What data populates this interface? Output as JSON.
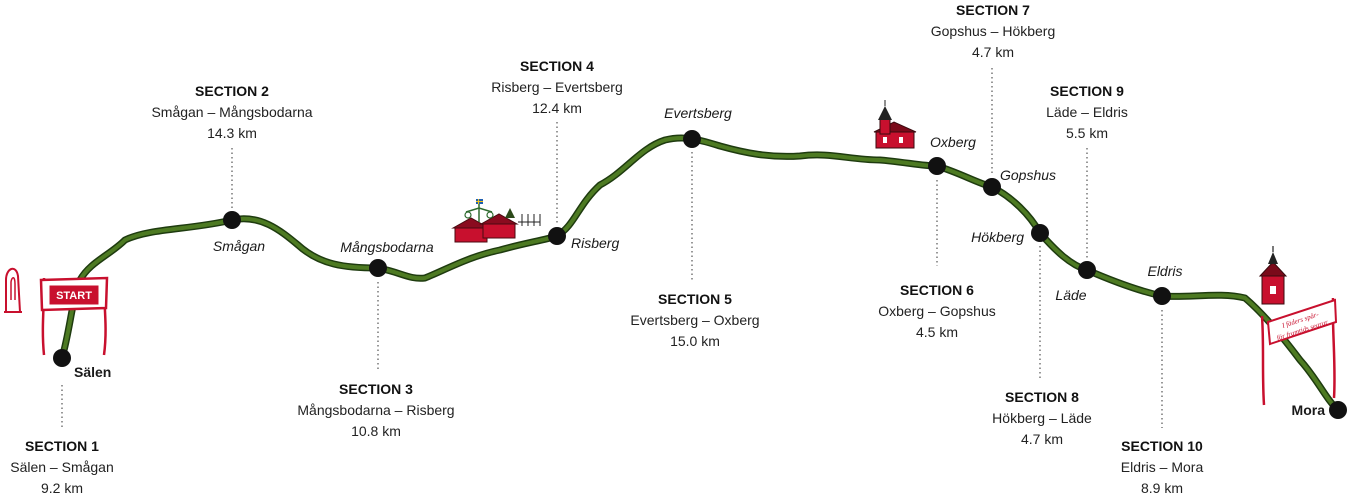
{
  "stops": [
    {
      "id": "salen",
      "name": "Sälen",
      "style": "bold"
    },
    {
      "id": "smagan",
      "name": "Smågan",
      "style": "italic"
    },
    {
      "id": "mangsbodarna",
      "name": "Mångsbodarna",
      "style": "italic"
    },
    {
      "id": "risberg",
      "name": "Risberg",
      "style": "italic"
    },
    {
      "id": "evertsberg",
      "name": "Evertsberg",
      "style": "italic"
    },
    {
      "id": "oxberg",
      "name": "Oxberg",
      "style": "italic"
    },
    {
      "id": "gopshus",
      "name": "Gopshus",
      "style": "italic"
    },
    {
      "id": "hokberg",
      "name": "Hökberg",
      "style": "italic"
    },
    {
      "id": "lade",
      "name": "Läde",
      "style": "italic"
    },
    {
      "id": "eldris",
      "name": "Eldris",
      "style": "italic"
    },
    {
      "id": "mora",
      "name": "Mora",
      "style": "bold"
    }
  ],
  "sections": [
    {
      "title": "SECTION 1",
      "route": "Sälen – Smågan",
      "distance": "9.2 km"
    },
    {
      "title": "SECTION 2",
      "route": "Smågan – Mångsbodarna",
      "distance": "14.3 km"
    },
    {
      "title": "SECTION 3",
      "route": "Mångsbodarna – Risberg",
      "distance": "10.8 km"
    },
    {
      "title": "SECTION 4",
      "route": "Risberg – Evertsberg",
      "distance": "12.4 km"
    },
    {
      "title": "SECTION 5",
      "route": "Evertsberg – Oxberg",
      "distance": "15.0 km"
    },
    {
      "title": "SECTION 6",
      "route": "Oxberg – Gopshus",
      "distance": "4.5 km"
    },
    {
      "title": "SECTION 7",
      "route": "Gopshus – Hökberg",
      "distance": "4.7 km"
    },
    {
      "title": "SECTION 8",
      "route": "Hökberg – Läde",
      "distance": "4.7 km"
    },
    {
      "title": "SECTION 9",
      "route": "Läde – Eldris",
      "distance": "5.5 km"
    },
    {
      "title": "SECTION 10",
      "route": "Eldris – Mora",
      "distance": "8.9 km"
    }
  ],
  "start_sign": {
    "label": "START"
  },
  "finish_banner": {
    "line1": "I fäders spår-",
    "line2": "för framtids segrar"
  },
  "colors": {
    "trail": "#4d7a22",
    "trail_edge": "#1e3b0f",
    "accent_red": "#c8102e",
    "dot": "#111111"
  },
  "icons": [
    "start-gate-icon",
    "runner-statue-icon",
    "farm-cottages-icon",
    "church-icon",
    "finish-gate-icon",
    "mora-church-tower-icon"
  ]
}
